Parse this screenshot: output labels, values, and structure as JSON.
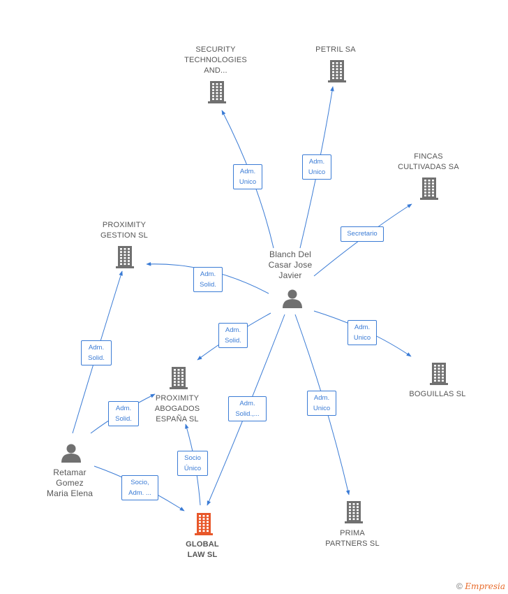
{
  "colors": {
    "edge": "#3a7bd5",
    "company": "#707070",
    "focus_company": "#e8572a",
    "person": "#707070"
  },
  "nodes": [
    {
      "id": "security",
      "kind": "company",
      "icon": "building-icon",
      "label": "SECURITY\nTECHNOLOGIES\nAND..."
    },
    {
      "id": "petril",
      "kind": "company",
      "icon": "building-icon",
      "label": "PETRIL SA"
    },
    {
      "id": "fincas",
      "kind": "company",
      "icon": "building-icon",
      "label": "FINCAS\nCULTIVADAS SA"
    },
    {
      "id": "proximity_gestion",
      "kind": "company",
      "icon": "building-icon",
      "label": "PROXIMITY\nGESTION SL"
    },
    {
      "id": "blanch",
      "kind": "person",
      "icon": "person-icon",
      "label": "Blanch Del\nCasar Jose\nJavier"
    },
    {
      "id": "proximity_abogados",
      "kind": "company",
      "icon": "building-icon",
      "label": "PROXIMITY\nABOGADOS\nESPAÑA SL"
    },
    {
      "id": "boguillas",
      "kind": "company",
      "icon": "building-icon",
      "label": "BOGUILLAS SL"
    },
    {
      "id": "retamar",
      "kind": "person",
      "icon": "person-icon",
      "label": "Retamar\nGomez\nMaria Elena"
    },
    {
      "id": "global",
      "kind": "focus",
      "icon": "building-icon",
      "label": "GLOBAL\nLAW SL"
    },
    {
      "id": "prima",
      "kind": "company",
      "icon": "building-icon",
      "label": "PRIMA\nPARTNERS SL"
    }
  ],
  "edges": [
    {
      "from": "blanch",
      "to": "security",
      "label": "Adm.\nUnico"
    },
    {
      "from": "blanch",
      "to": "petril",
      "label": "Adm.\nUnico"
    },
    {
      "from": "blanch",
      "to": "fincas",
      "label": "Secretario"
    },
    {
      "from": "blanch",
      "to": "proximity_gestion",
      "label": "Adm.\nSolid."
    },
    {
      "from": "blanch",
      "to": "proximity_abogados",
      "label": "Adm.\nSolid."
    },
    {
      "from": "blanch",
      "to": "boguillas",
      "label": "Adm.\nUnico"
    },
    {
      "from": "blanch",
      "to": "global",
      "label": "Adm.\nSolid.,..."
    },
    {
      "from": "blanch",
      "to": "prima",
      "label": "Adm.\nUnico"
    },
    {
      "from": "retamar",
      "to": "proximity_gestion",
      "label": "Adm.\nSolid."
    },
    {
      "from": "retamar",
      "to": "proximity_abogados",
      "label": "Adm.\nSolid."
    },
    {
      "from": "retamar",
      "to": "global",
      "label": "Socio,\nAdm. ..."
    },
    {
      "from": "global",
      "to": "proximity_abogados",
      "label": "Socio\nÚnico"
    }
  ],
  "footer": {
    "copyright": "©",
    "brand": "Empresia"
  }
}
